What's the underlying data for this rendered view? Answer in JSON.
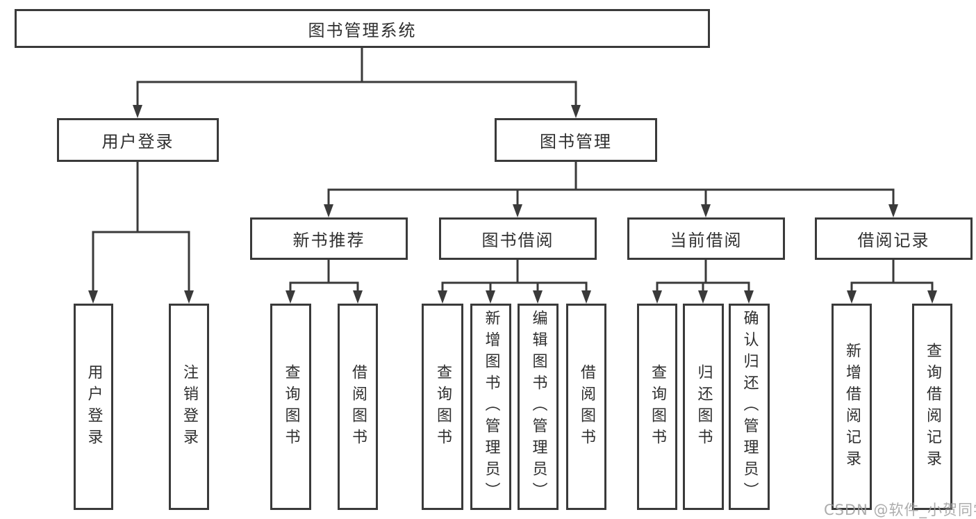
{
  "diagram": {
    "root": {
      "label": "图书管理系统"
    },
    "branches": [
      {
        "label": "用户登录",
        "children": [
          {
            "label": "用户登录"
          },
          {
            "label": "注销登录"
          }
        ]
      },
      {
        "label": "图书管理",
        "children": [
          {
            "label": "新书推荐",
            "children": [
              {
                "label": "查询图书"
              },
              {
                "label": "借阅图书"
              }
            ]
          },
          {
            "label": "图书借阅",
            "children": [
              {
                "label": "查询图书"
              },
              {
                "label": "新增图书（管理员）"
              },
              {
                "label": "编辑图书（管理员）"
              },
              {
                "label": "借阅图书"
              }
            ]
          },
          {
            "label": "当前借阅",
            "children": [
              {
                "label": "查询图书"
              },
              {
                "label": "归还图书"
              },
              {
                "label": "确认归还（管理员）"
              }
            ]
          },
          {
            "label": "借阅记录",
            "children": [
              {
                "label": "新增借阅记录"
              },
              {
                "label": "查询借阅记录"
              }
            ]
          }
        ]
      }
    ],
    "watermark": "CSDN @软件_小贺同学"
  },
  "colors": {
    "line": "#3a3a3a",
    "text": "#2f2f2f",
    "watermark": "#9e9e9e",
    "background": "#ffffff"
  }
}
